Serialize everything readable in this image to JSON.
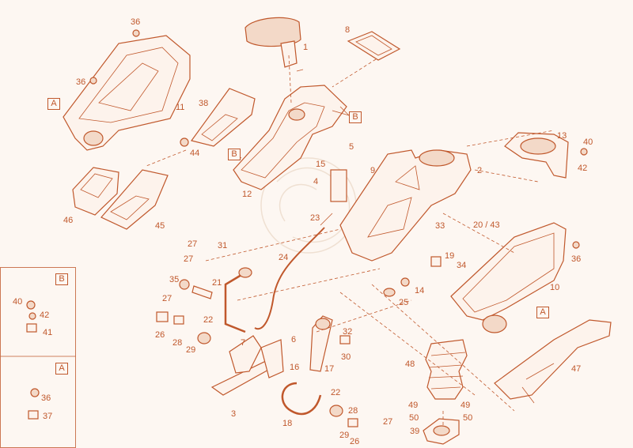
{
  "insets": [
    {
      "label": "B"
    },
    {
      "label": "A"
    }
  ],
  "refs": {
    "a1": "A",
    "b1": "B",
    "b2": "B",
    "a2": "A"
  },
  "callouts": [
    "36",
    "36",
    "11",
    "1",
    "8",
    "38",
    "12",
    "44",
    "46",
    "45",
    "5",
    "15",
    "9",
    "4",
    "2",
    "13",
    "40",
    "42",
    "23",
    "33",
    "20 / 43",
    "36",
    "27",
    "31",
    "27",
    "24",
    "19",
    "34",
    "35",
    "21",
    "14",
    "25",
    "10",
    "27",
    "22",
    "7",
    "6",
    "32",
    "30",
    "16",
    "17",
    "48",
    "47",
    "26",
    "28",
    "29",
    "3",
    "22",
    "49",
    "49",
    "50",
    "50",
    "39",
    "18",
    "28",
    "29",
    "26",
    "27",
    "40",
    "42",
    "41",
    "36",
    "37"
  ]
}
